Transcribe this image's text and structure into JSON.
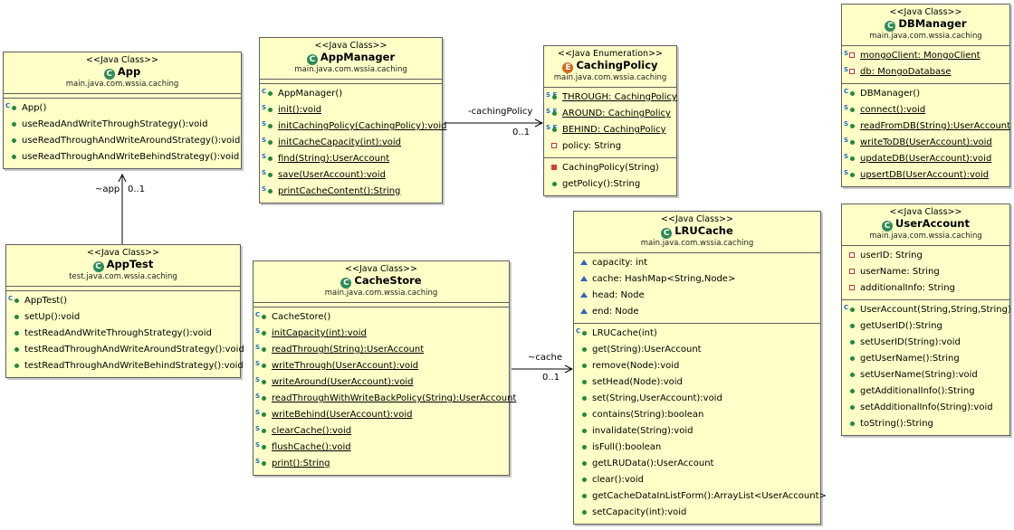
{
  "stereotypes": {
    "java_class": "<<Java Class>>",
    "java_enum": "<<Java Enumeration>>"
  },
  "classes": {
    "app": {
      "name": "App",
      "package": "main.java.com.wssia.caching",
      "methods": [
        {
          "text": "App()",
          "vis": "pubc"
        },
        {
          "text": "useReadAndWriteThroughStrategy():void",
          "vis": "pub"
        },
        {
          "text": "useReadThroughAndWriteAroundStrategy():void",
          "vis": "pub"
        },
        {
          "text": "useReadThroughAndWriteBehindStrategy():void",
          "vis": "pub"
        }
      ]
    },
    "apptest": {
      "name": "AppTest",
      "package": "test.java.com.wssia.caching",
      "methods": [
        {
          "text": "AppTest()",
          "vis": "pubc"
        },
        {
          "text": "setUp():void",
          "vis": "pub"
        },
        {
          "text": "testReadAndWriteThroughStrategy():void",
          "vis": "pub"
        },
        {
          "text": "testReadThroughAndWriteAroundStrategy():void",
          "vis": "pub"
        },
        {
          "text": "testReadThroughAndWriteBehindStrategy():void",
          "vis": "pub"
        }
      ]
    },
    "appmanager": {
      "name": "AppManager",
      "package": "main.java.com.wssia.caching",
      "methods": [
        {
          "text": "AppManager()",
          "vis": "pubc"
        },
        {
          "text": "init():void",
          "vis": "static"
        },
        {
          "text": "initCachingPolicy(CachingPolicy):void",
          "vis": "static"
        },
        {
          "text": "initCacheCapacity(int):void",
          "vis": "static"
        },
        {
          "text": "find(String):UserAccount",
          "vis": "static"
        },
        {
          "text": "save(UserAccount):void",
          "vis": "static"
        },
        {
          "text": "printCacheContent():String",
          "vis": "static"
        }
      ]
    },
    "cachingpolicy": {
      "name": "CachingPolicy",
      "package": "main.java.com.wssia.caching",
      "fields": [
        {
          "text": "THROUGH: CachingPolicy",
          "vis": "sf"
        },
        {
          "text": "AROUND: CachingPolicy",
          "vis": "sf"
        },
        {
          "text": "BEHIND: CachingPolicy",
          "vis": "sf"
        },
        {
          "text": "policy: String",
          "vis": "priv"
        }
      ],
      "methods": [
        {
          "text": "CachingPolicy(String)",
          "vis": "privc"
        },
        {
          "text": "getPolicy():String",
          "vis": "pub"
        }
      ]
    },
    "cachestore": {
      "name": "CacheStore",
      "package": "main.java.com.wssia.caching",
      "methods": [
        {
          "text": "CacheStore()",
          "vis": "pubc"
        },
        {
          "text": "initCapacity(int):void",
          "vis": "static"
        },
        {
          "text": "readThrough(String):UserAccount",
          "vis": "static"
        },
        {
          "text": "writeThrough(UserAccount):void",
          "vis": "static"
        },
        {
          "text": "writeAround(UserAccount):void",
          "vis": "static"
        },
        {
          "text": "readThroughWithWriteBackPolicy(String):UserAccount",
          "vis": "static"
        },
        {
          "text": "writeBehind(UserAccount):void",
          "vis": "static"
        },
        {
          "text": "clearCache():void",
          "vis": "static"
        },
        {
          "text": "flushCache():void",
          "vis": "static"
        },
        {
          "text": "print():String",
          "vis": "static"
        }
      ]
    },
    "lrucache": {
      "name": "LRUCache",
      "package": "main.java.com.wssia.caching",
      "fields": [
        {
          "text": "capacity: int",
          "vis": "pkg"
        },
        {
          "text": "cache: HashMap<String,Node>",
          "vis": "pkg"
        },
        {
          "text": "head: Node",
          "vis": "pkg"
        },
        {
          "text": "end: Node",
          "vis": "pkg"
        }
      ],
      "methods": [
        {
          "text": "LRUCache(int)",
          "vis": "pubc"
        },
        {
          "text": "get(String):UserAccount",
          "vis": "pub"
        },
        {
          "text": "remove(Node):void",
          "vis": "pub"
        },
        {
          "text": "setHead(Node):void",
          "vis": "pub"
        },
        {
          "text": "set(String,UserAccount):void",
          "vis": "pub"
        },
        {
          "text": "contains(String):boolean",
          "vis": "pub"
        },
        {
          "text": "invalidate(String):void",
          "vis": "pub"
        },
        {
          "text": "isFull():boolean",
          "vis": "pub"
        },
        {
          "text": "getLRUData():UserAccount",
          "vis": "pub"
        },
        {
          "text": "clear():void",
          "vis": "pub"
        },
        {
          "text": "getCacheDataInListForm():ArrayList<UserAccount>",
          "vis": "pub"
        },
        {
          "text": "setCapacity(int):void",
          "vis": "pub"
        }
      ]
    },
    "dbmanager": {
      "name": "DBManager",
      "package": "main.java.com.wssia.caching",
      "fields": [
        {
          "text": "mongoClient: MongoClient",
          "vis": "sprivul"
        },
        {
          "text": "db: MongoDatabase",
          "vis": "sprivul"
        }
      ],
      "methods": [
        {
          "text": "DBManager()",
          "vis": "pubc"
        },
        {
          "text": "connect():void",
          "vis": "static"
        },
        {
          "text": "readFromDB(String):UserAccount",
          "vis": "static"
        },
        {
          "text": "writeToDB(UserAccount):void",
          "vis": "static"
        },
        {
          "text": "updateDB(UserAccount):void",
          "vis": "static"
        },
        {
          "text": "upsertDB(UserAccount):void",
          "vis": "static"
        }
      ]
    },
    "useraccount": {
      "name": "UserAccount",
      "package": "main.java.com.wssia.caching",
      "fields": [
        {
          "text": "userID: String",
          "vis": "priv"
        },
        {
          "text": "userName: String",
          "vis": "priv"
        },
        {
          "text": "additionalInfo: String",
          "vis": "priv"
        }
      ],
      "methods": [
        {
          "text": "UserAccount(String,String,String)",
          "vis": "pubc"
        },
        {
          "text": "getUserID():String",
          "vis": "pub"
        },
        {
          "text": "setUserID(String):void",
          "vis": "pub"
        },
        {
          "text": "getUserName():String",
          "vis": "pub"
        },
        {
          "text": "setUserName(String):void",
          "vis": "pub"
        },
        {
          "text": "getAdditionalInfo():String",
          "vis": "pub"
        },
        {
          "text": "setAdditionalInfo(String):void",
          "vis": "pub"
        },
        {
          "text": "toString():String",
          "vis": "pub"
        }
      ]
    }
  },
  "associations": {
    "app_role": "~app",
    "app_mult": "0..1",
    "policy_role": "-cachingPolicy",
    "policy_mult": "0..1",
    "cache_role": "~cache",
    "cache_mult": "0..1"
  },
  "colors": {
    "class_fill": "#ffffc8",
    "border": "#5f5f5f",
    "class_icon": "#2e8b57",
    "enum_icon": "#d2691e"
  }
}
